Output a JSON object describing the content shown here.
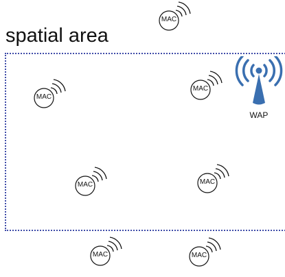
{
  "diagram": {
    "title": "spatial area",
    "access_point": {
      "label": "WAP"
    },
    "devices": [
      {
        "label": "MAC"
      },
      {
        "label": "MAC"
      },
      {
        "label": "MAC"
      },
      {
        "label": "MAC"
      },
      {
        "label": "MAC"
      },
      {
        "label": "MAC"
      },
      {
        "label": "MAC"
      }
    ]
  },
  "colors": {
    "area_border": "#3e4ba8",
    "wap_blue": "#3a6fb0",
    "device_stroke": "#111111"
  }
}
